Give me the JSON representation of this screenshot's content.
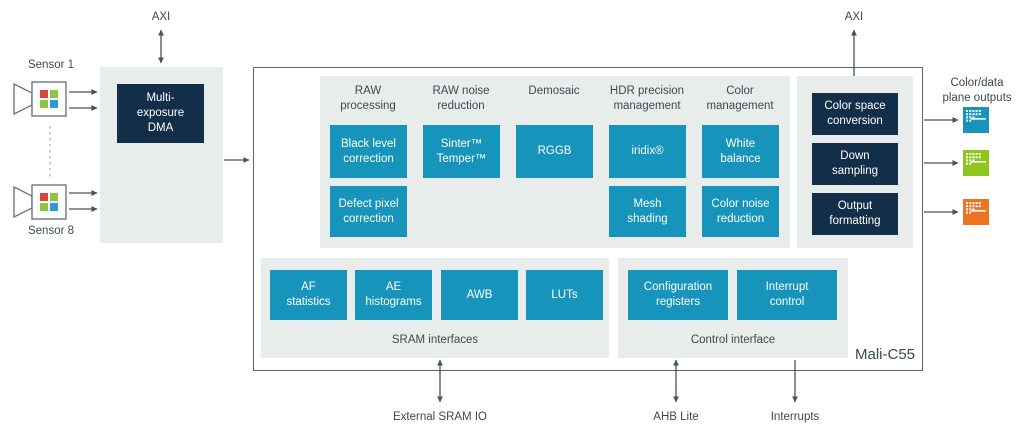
{
  "labels": {
    "axi_left": "AXI",
    "axi_right": "AXI",
    "sensor_top": "Sensor 1",
    "sensor_bottom": "Sensor 8",
    "dma": "Multi-exposure DMA",
    "chip": "Mali-C55",
    "outputs": "Color/data plane outputs",
    "external_sram": "External SRAM IO",
    "ahb": "AHB Lite",
    "interrupts": "Interrupts"
  },
  "pipeline": {
    "columns": [
      {
        "header": "RAW processing",
        "blocks": [
          "Black level correction",
          "Defect pixel correction"
        ]
      },
      {
        "header": "RAW noise reduction",
        "blocks": [
          "Sinter™ Temper™"
        ]
      },
      {
        "header": "Demosaic",
        "blocks": [
          "RGGB"
        ]
      },
      {
        "header": "HDR precision management",
        "blocks": [
          "iridix®",
          "Mesh shading"
        ]
      },
      {
        "header": "Color management",
        "blocks": [
          "White balance",
          "Color noise reduction"
        ]
      }
    ]
  },
  "output_stages": [
    "Color space conversion",
    "Down sampling",
    "Output formatting"
  ],
  "sram_section": {
    "label": "SRAM interfaces",
    "blocks": [
      "AF statistics",
      "AE histograms",
      "AWB",
      "LUTs"
    ]
  },
  "control_section": {
    "label": "Control interface",
    "blocks": [
      "Configuration registers",
      "Interrupt control"
    ]
  },
  "output_planes": [
    {
      "name": "color-plane-blue-icon",
      "color": "#1794BC"
    },
    {
      "name": "color-plane-green-icon",
      "color": "#8DC71E"
    },
    {
      "name": "color-plane-orange-icon",
      "color": "#EF7422"
    }
  ],
  "colors": {
    "process_block": "#1794BC",
    "dark_block": "#132E48",
    "panel_gray": "#E8ECEB",
    "line": "#44545C",
    "text": "#3B4A52",
    "sensor_red": "#D8473C",
    "sensor_green": "#8DC63F",
    "sensor_blue": "#2E9BD6"
  }
}
